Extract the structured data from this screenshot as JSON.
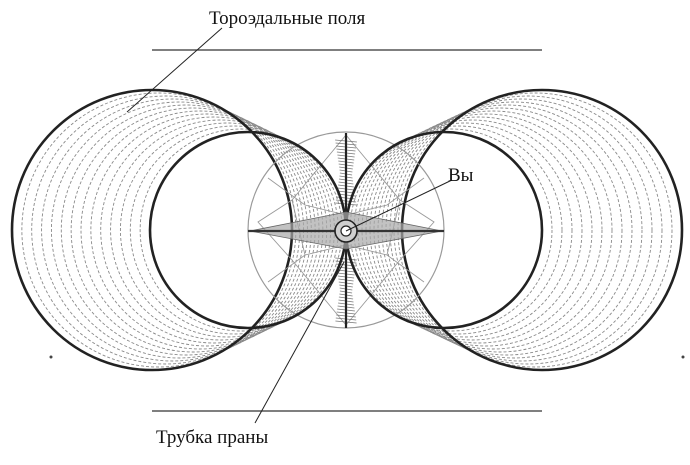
{
  "labels": {
    "toroidal_fields": "Тороэдальные поля",
    "you": "Вы",
    "prana_tube": "Трубка праны"
  },
  "colors": {
    "ink": "#222222",
    "dashed": "#8a8a8a",
    "tube_fill": "#9a9a9a",
    "faint": "#b0b0b0"
  }
}
